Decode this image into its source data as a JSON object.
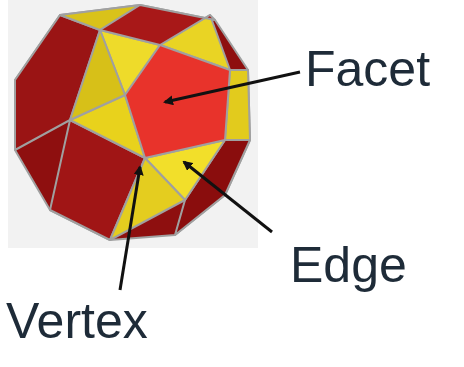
{
  "diagram": {
    "labels": [
      "Facet",
      "Edge",
      "Vertex"
    ]
  }
}
